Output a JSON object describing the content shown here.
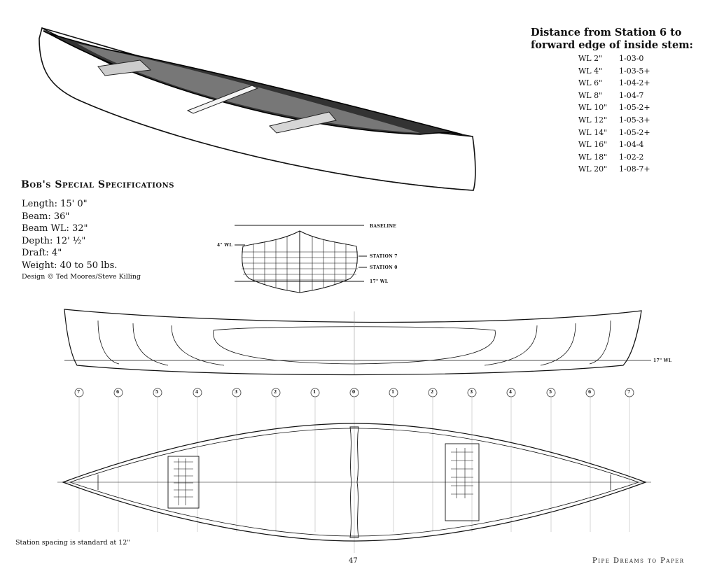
{
  "stem_table": {
    "heading_line1": "Distance from Station 6 to",
    "heading_line2": "forward edge of inside stem:",
    "rows": [
      {
        "wl": "WL  2\"",
        "value": "1-03-0"
      },
      {
        "wl": "WL  4\"",
        "value": "1-03-5+"
      },
      {
        "wl": "WL  6\"",
        "value": "1-04-2+"
      },
      {
        "wl": "WL  8\"",
        "value": "1-04-7"
      },
      {
        "wl": "WL  10\"",
        "value": "1-05-2+"
      },
      {
        "wl": "WL  12\"",
        "value": "1-05-3+"
      },
      {
        "wl": "WL  14\"",
        "value": "1-05-2+"
      },
      {
        "wl": "WL  16\"",
        "value": "1-04-4"
      },
      {
        "wl": "WL  18\"",
        "value": "1-02-2"
      },
      {
        "wl": "WL  20\"",
        "value": "1-08-7+"
      }
    ]
  },
  "specs": {
    "title": "Bob's Special Specifications",
    "items": [
      "Length: 15' 0\"",
      "Beam: 36\"",
      "Beam WL: 32\"",
      "Depth: 12' ½\"",
      "Draft: 4\"",
      "Weight: 40 to 50 lbs."
    ],
    "credit": "Design © Ted Moores/Steve Killing"
  },
  "section_view": {
    "baseline": "BASELINE",
    "wl_left": "4\" WL",
    "station7": "STATION 7",
    "station0": "STATION 0",
    "wl_right": "17\" WL"
  },
  "profile_view": {
    "wl_label": "17\" WL"
  },
  "stations": [
    "7",
    "6",
    "5",
    "4",
    "3",
    "2",
    "1",
    "0",
    "1",
    "2",
    "3",
    "4",
    "5",
    "6",
    "7"
  ],
  "footer": {
    "spacing_note": "Station spacing is standard at 12\"",
    "page_number": "47",
    "running_head": "Pipe Dreams to Paper"
  }
}
